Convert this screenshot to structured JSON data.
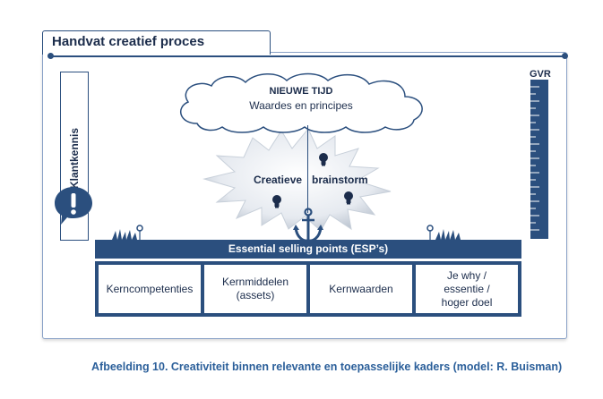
{
  "header": {
    "title": "Handvat creatief proces"
  },
  "left_panel": {
    "label": "Klantkennis"
  },
  "right_scale": {
    "label": "GVR"
  },
  "cloud": {
    "title": "NIEUWE TIJD",
    "subtitle": "Waardes en principes"
  },
  "brainstorm": {
    "left_word": "Creatieve",
    "right_word": "brainstorm"
  },
  "esp_bar": {
    "label": "Essential selling points (ESP’s)"
  },
  "boxes": [
    {
      "line1": "Kerncompetenties",
      "line2": "",
      "line3": ""
    },
    {
      "line1": "Kernmiddelen",
      "line2": "(assets)",
      "line3": ""
    },
    {
      "line1": "Kernwaarden",
      "line2": "",
      "line3": ""
    },
    {
      "line1": "Je why /",
      "line2": "essentie /",
      "line3": "hoger doel"
    }
  ],
  "caption": "Afbeelding 10. Creativiteit binnen relevante en toepasselijke kaders (model: R. Buisman)",
  "colors": {
    "navy": "#2b4f7e",
    "caption_blue": "#2b5f9a",
    "cloud_fill": "#ffffff",
    "burst_fill": "#e9edf2"
  },
  "icons": [
    "exclamation-bubble-icon",
    "anchor-icon",
    "lightbulb-icon",
    "grass-flower-icon"
  ]
}
